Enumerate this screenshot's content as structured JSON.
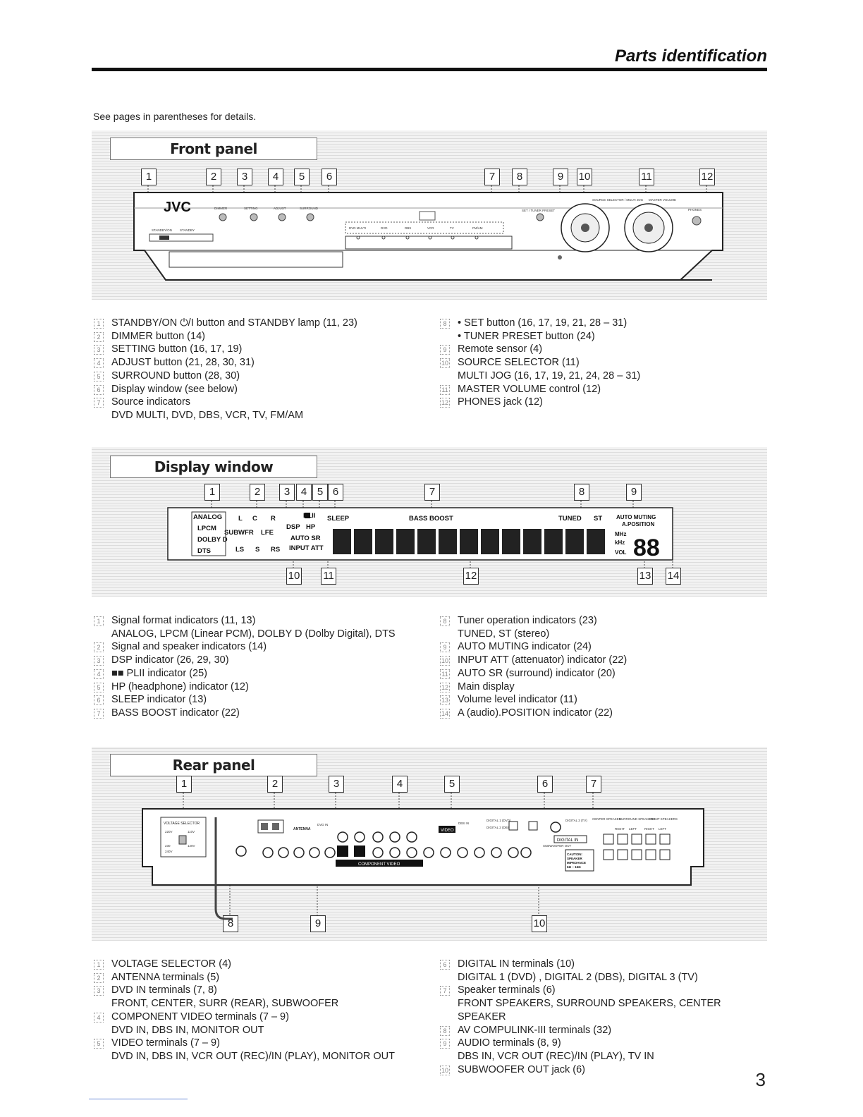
{
  "header": {
    "title": "Parts identification"
  },
  "intro": "See pages in parentheses for details.",
  "front_panel": {
    "label": "Front panel",
    "callouts": [
      "1",
      "2",
      "3",
      "4",
      "5",
      "6",
      "7",
      "8",
      "9",
      "10",
      "11",
      "12"
    ],
    "device": {
      "brand": "JVC",
      "button_labels": [
        "DIMMER",
        "SETTING",
        "ADJUST",
        "SURROUND"
      ],
      "standby_labels": [
        "STANDBY/ON",
        "STANDBY"
      ],
      "source_labels": [
        "DVD MULTI",
        "DVD",
        "DBS",
        "VCR",
        "TV",
        "FM/AM"
      ],
      "set_label": "SET / TUNER PRESET",
      "knob_labels": [
        "SOURCE SELECTOR / MULTI JOG",
        "MASTER VOLUME"
      ],
      "phones_label": "PHONES"
    },
    "items_left": [
      {
        "n": "1",
        "lines": [
          "STANDBY/ON ⏻/I button and STANDBY lamp (11, 23)"
        ]
      },
      {
        "n": "2",
        "lines": [
          "DIMMER button (14)"
        ]
      },
      {
        "n": "3",
        "lines": [
          "SETTING button (16, 17, 19)"
        ]
      },
      {
        "n": "4",
        "lines": [
          "ADJUST button (21, 28, 30, 31)"
        ]
      },
      {
        "n": "5",
        "lines": [
          "SURROUND button (28, 30)"
        ]
      },
      {
        "n": "6",
        "lines": [
          "Display window (see below)"
        ]
      },
      {
        "n": "7",
        "lines": [
          "Source indicators",
          "DVD MULTI, DVD, DBS, VCR, TV, FM/AM"
        ]
      }
    ],
    "items_right": [
      {
        "n": "8",
        "lines": [
          "• SET button (16, 17, 19, 21, 28 – 31)",
          "• TUNER PRESET button (24)"
        ]
      },
      {
        "n": "9",
        "lines": [
          "Remote sensor (4)"
        ]
      },
      {
        "n": "10",
        "lines": [
          "SOURCE SELECTOR (11)",
          "MULTI JOG (16, 17, 19, 21, 24, 28 – 31)"
        ]
      },
      {
        "n": "11",
        "lines": [
          "MASTER VOLUME control (12)"
        ]
      },
      {
        "n": "12",
        "lines": [
          "PHONES jack (12)"
        ]
      }
    ]
  },
  "display_window": {
    "label": "Display window",
    "callouts_top": [
      "1",
      "2",
      "3",
      "4",
      "5",
      "6",
      "7",
      "8",
      "9"
    ],
    "callouts_bottom": [
      "10",
      "11",
      "12",
      "13",
      "14"
    ],
    "lcd": {
      "formats": [
        "ANALOG",
        "LPCM",
        "DOLBY D",
        "DTS"
      ],
      "speakers_top": [
        "L",
        "C",
        "R"
      ],
      "subwfr": "SUBWFR",
      "lfe": "LFE",
      "speakers_bottom": [
        "LS",
        "S",
        "RS"
      ],
      "dsp": "DSP",
      "pl": "PLII",
      "hp": "HP",
      "auto_sr": "AUTO SR",
      "input_att": "INPUT ATT",
      "sleep": "SLEEP",
      "bass_boost": "BASS BOOST",
      "tuned": "TUNED",
      "st": "ST",
      "auto_muting": "AUTO MUTING",
      "a_position": "A.POSITION",
      "mhz": "MHz",
      "khz": "kHz",
      "vol": "VOL",
      "vol_digits": "88"
    },
    "items_left": [
      {
        "n": "1",
        "lines": [
          "Signal format indicators (11, 13)",
          "ANALOG, LPCM (Linear PCM), DOLBY D (Dolby Digital), DTS"
        ]
      },
      {
        "n": "2",
        "lines": [
          "Signal and speaker indicators (14)"
        ]
      },
      {
        "n": "3",
        "lines": [
          "DSP indicator (26, 29, 30)"
        ]
      },
      {
        "n": "4",
        "lines": [
          "■■ PLII indicator (25)"
        ]
      },
      {
        "n": "5",
        "lines": [
          "HP (headphone) indicator (12)"
        ]
      },
      {
        "n": "6",
        "lines": [
          "SLEEP indicator (13)"
        ]
      },
      {
        "n": "7",
        "lines": [
          "BASS BOOST indicator (22)"
        ]
      }
    ],
    "items_right": [
      {
        "n": "8",
        "lines": [
          "Tuner operation indicators (23)",
          "TUNED, ST (stereo)"
        ]
      },
      {
        "n": "9",
        "lines": [
          "AUTO MUTING indicator (24)"
        ]
      },
      {
        "n": "10",
        "lines": [
          "INPUT ATT (attenuator) indicator (22)"
        ]
      },
      {
        "n": "11",
        "lines": [
          "AUTO SR (surround) indicator (20)"
        ]
      },
      {
        "n": "12",
        "lines": [
          "Main display"
        ]
      },
      {
        "n": "13",
        "lines": [
          "Volume level indicator (11)"
        ]
      },
      {
        "n": "14",
        "lines": [
          "A (audio).POSITION indicator (22)"
        ]
      }
    ]
  },
  "rear_panel": {
    "label": "Rear panel",
    "callouts_top": [
      "1",
      "2",
      "3",
      "4",
      "5",
      "6",
      "7"
    ],
    "callouts_bottom": [
      "8",
      "9",
      "10"
    ],
    "device": {
      "voltage_selector": "VOLTAGE SELECTOR",
      "voltage_values": [
        "220V",
        "110V",
        "230",
        "120V",
        "240V"
      ],
      "antenna": "ANTENNA",
      "component_video": "COMPONENT VIDEO",
      "video": "VIDEO",
      "digital_in": "DIGITAL IN",
      "subwoofer_out": "SUBWOOFER OUT",
      "speakers_header": [
        "CENTER SPEAKER",
        "SURROUND SPEAKERS",
        "FRONT SPEAKERS"
      ],
      "speaker_sub": [
        "RIGHT",
        "LEFT",
        "RIGHT",
        "LEFT"
      ],
      "caution": [
        "CAUTION:",
        "SPEAKER",
        "IMPEDANCE",
        "6Ω – 16Ω"
      ],
      "digital_labels": [
        "DIGITAL 1 (DVD)",
        "DIGITAL 2 (DBS)",
        "DIGITAL 3 (TV)"
      ],
      "dvd_in": "DVD IN",
      "dbs_in": "DBS IN"
    },
    "items_left": [
      {
        "n": "1",
        "lines": [
          "VOLTAGE SELECTOR (4)"
        ]
      },
      {
        "n": "2",
        "lines": [
          "ANTENNA terminals (5)"
        ]
      },
      {
        "n": "3",
        "lines": [
          "DVD IN terminals (7, 8)",
          "FRONT, CENTER, SURR (REAR), SUBWOOFER"
        ]
      },
      {
        "n": "4",
        "lines": [
          "COMPONENT VIDEO terminals (7 – 9)",
          "DVD IN, DBS IN, MONITOR OUT"
        ]
      },
      {
        "n": "5",
        "lines": [
          "VIDEO terminals (7 – 9)",
          "DVD IN, DBS IN, VCR OUT (REC)/IN (PLAY), MONITOR OUT"
        ]
      }
    ],
    "items_right": [
      {
        "n": "6",
        "lines": [
          "DIGITAL IN terminals (10)",
          "DIGITAL 1 (DVD) , DIGITAL 2 (DBS), DIGITAL 3 (TV)"
        ]
      },
      {
        "n": "7",
        "lines": [
          "Speaker terminals (6)",
          "FRONT SPEAKERS, SURROUND SPEAKERS, CENTER",
          "SPEAKER"
        ]
      },
      {
        "n": "8",
        "lines": [
          "AV COMPULINK-III terminals (32)"
        ]
      },
      {
        "n": "9",
        "lines": [
          "AUDIO terminals (8, 9)",
          "DBS IN, VCR OUT (REC)/IN (PLAY), TV IN"
        ]
      },
      {
        "n": "10",
        "lines": [
          "SUBWOOFER OUT jack (6)"
        ]
      }
    ]
  },
  "page_number": "3"
}
